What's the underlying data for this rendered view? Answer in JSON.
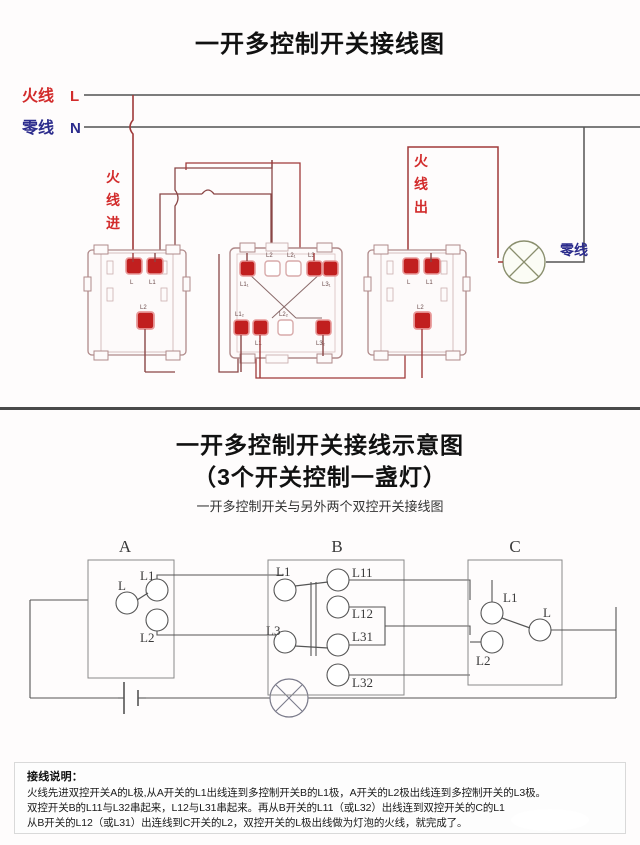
{
  "section_top": {
    "title": "一开多控制开关接线图",
    "labels": {
      "live_line": "火线",
      "live_line_code": "L",
      "neutral_line": "零线",
      "neutral_line_code": "N",
      "live_in": "火线进",
      "live_out": "火线出",
      "neutral_out": "零线"
    },
    "switches": [
      {
        "name": "switch-left-two-way",
        "terminals_top": [
          "L",
          "L1"
        ],
        "terminals_bottom": [
          "L2"
        ]
      },
      {
        "name": "switch-middle-multi-control",
        "terminals_top": [
          "L1₁",
          "L2",
          "L2₁",
          "L3",
          "L3₁"
        ],
        "terminals_bottom": [
          "L1₂",
          "L1",
          "L2₂",
          "L3₂"
        ]
      },
      {
        "name": "switch-right-two-way",
        "terminals_top": [
          "L",
          "L1"
        ],
        "terminals_bottom": [
          "L2"
        ]
      }
    ],
    "lamp": "lamp-symbol"
  },
  "section_bottom": {
    "title_line1": "一开多控制开关接线示意图",
    "title_line2": "（3个开关控制一盏灯）",
    "subtitle": "一开多控制开关与另外两个双控开关接线图",
    "switches": [
      {
        "name": "A",
        "terminals": [
          "L",
          "L1",
          "L2"
        ]
      },
      {
        "name": "B",
        "terminals": [
          "L1",
          "L3",
          "L11",
          "L12",
          "L31",
          "L32"
        ]
      },
      {
        "name": "C",
        "terminals": [
          "L1",
          "L2",
          "L"
        ]
      }
    ],
    "lamp": "lamp-symbol",
    "power": "battery-symbol"
  },
  "note": {
    "title": "接线说明：",
    "lines": [
      "火线先进双控开关A的L极,从A开关的L1出线连到多控制开关B的L1极，A开关的L2极出线连到多控制开关的L3极。",
      "双控开关B的L11与L32串起来，L12与L31串起来。再从B开关的L11（或L32）出线连到双控开关的C的L1",
      "从B开关的L12（或L31）出连线到C开关的L2，双控开关的L极出线做为灯泡的火线，就完成了。"
    ]
  },
  "colors": {
    "live_red": "#d22b2b",
    "neutral_blue": "#2b2b8c",
    "wire_red": "#a03a3a",
    "wire_gray": "#555555",
    "terminal_red": "#cc2222",
    "switch_outline": "#b08a8a"
  }
}
